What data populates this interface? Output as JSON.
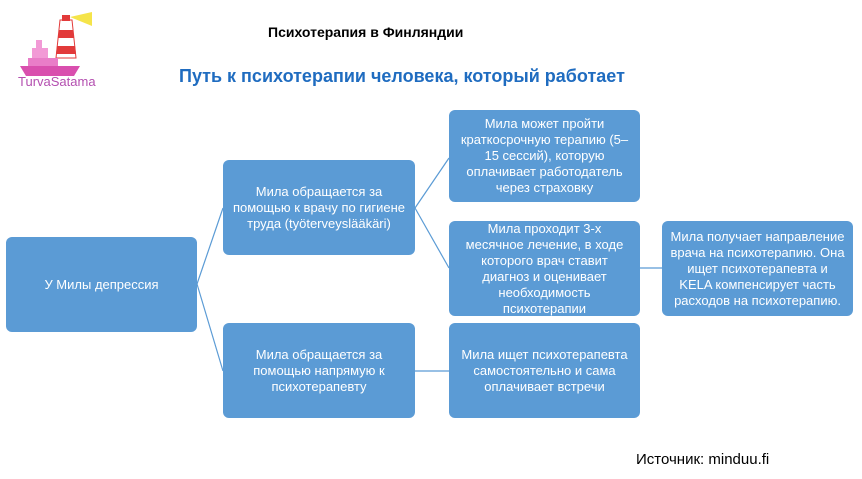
{
  "logo": {
    "text": "TurvaSatama",
    "icon": "ship-lighthouse-logo"
  },
  "header": {
    "title": "Психотерапия в Финляндии",
    "subtitle": "Путь к психотерапии человека, который работает"
  },
  "diagram": {
    "root": "У Милы депрессия",
    "branch_occupational": "Мила обращается за помощью к врачу по гигиене труда (työterveyslääkäri)",
    "branch_direct": "Мила обращается за помощью напрямую к психотерапевту",
    "leaf_short_therapy": "Мила может пройти краткосрочную терапию (5–15 сессий), которую оплачивает работодатель через страховку",
    "leaf_three_month": "Мила проходит 3-х месячное лечение, в ходе которого врач ставит диагноз и оценивает необходимость психотерапии",
    "leaf_referral_kela": "Мила получает направление врача на психотерапию. Она ищет психотерапевта и KELA компенсирует часть расходов на психотерапию.",
    "leaf_self_pay": "Мила ищет психотерапевта самостоятельно и сама оплачивает встречи"
  },
  "colors": {
    "node": "#5b9bd5",
    "connector": "#5b9bd5",
    "subtitle": "#1f6cc0"
  },
  "footer": {
    "source": "Источник: minduu.fi"
  }
}
